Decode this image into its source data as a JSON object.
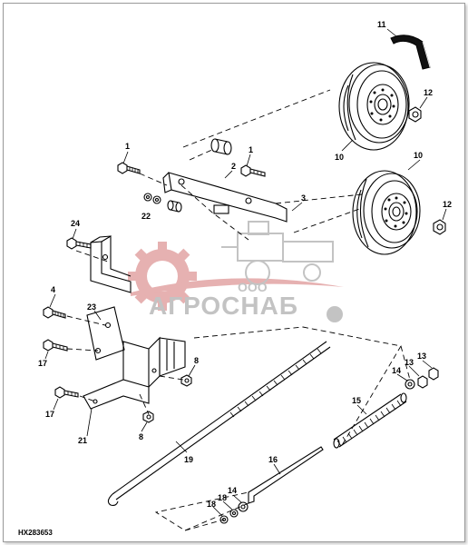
{
  "figure_code": "HX283653",
  "watermark": {
    "line1": "ООО",
    "line2": "АГРОСНАБ",
    "color_red": "#e4a9a9",
    "color_gray": "#bdbdbd"
  },
  "callouts": [
    {
      "id": "c1a",
      "label": "1"
    },
    {
      "id": "c1b",
      "label": "1"
    },
    {
      "id": "c2",
      "label": "2"
    },
    {
      "id": "c3",
      "label": "3"
    },
    {
      "id": "c4",
      "label": "4"
    },
    {
      "id": "c8a",
      "label": "8"
    },
    {
      "id": "c8b",
      "label": "8"
    },
    {
      "id": "c10a",
      "label": "10"
    },
    {
      "id": "c10b",
      "label": "10"
    },
    {
      "id": "c11",
      "label": "11"
    },
    {
      "id": "c12a",
      "label": "12"
    },
    {
      "id": "c12b",
      "label": "12"
    },
    {
      "id": "c13a",
      "label": "13"
    },
    {
      "id": "c13b",
      "label": "13"
    },
    {
      "id": "c14a",
      "label": "14"
    },
    {
      "id": "c14b",
      "label": "14"
    },
    {
      "id": "c15",
      "label": "15"
    },
    {
      "id": "c16",
      "label": "16"
    },
    {
      "id": "c17a",
      "label": "17"
    },
    {
      "id": "c17b",
      "label": "17"
    },
    {
      "id": "c18a",
      "label": "18"
    },
    {
      "id": "c18b",
      "label": "18"
    },
    {
      "id": "c19",
      "label": "19"
    },
    {
      "id": "c21",
      "label": "21"
    },
    {
      "id": "c22",
      "label": "22"
    },
    {
      "id": "c23",
      "label": "23"
    },
    {
      "id": "c24",
      "label": "24"
    }
  ]
}
